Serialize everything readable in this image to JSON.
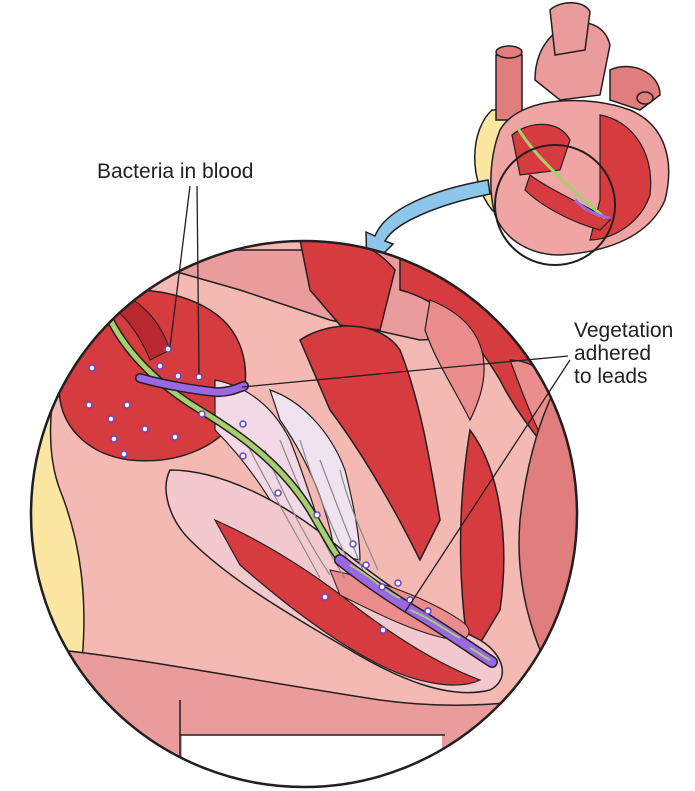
{
  "labels": {
    "bacteria": "Bacteria in blood",
    "vegetation": [
      "Vegetation",
      "adhered",
      "to leads"
    ]
  },
  "colors": {
    "outline": "#231f20",
    "myocardium": "#d63b3f",
    "myocardium_dark": "#b8282e",
    "chamber": "#ec8d8d",
    "pericardium": "#f4b9b3",
    "fat": "#fbe6a2",
    "valve": "#f3d9e6",
    "lead": "#a6cf6f",
    "vegetation": "#9b67e5",
    "bacteria": "#9b67e5",
    "arrow": "#8cc6ea"
  },
  "icons": [
    "heart-inset-icon",
    "zoom-arrow-icon"
  ]
}
